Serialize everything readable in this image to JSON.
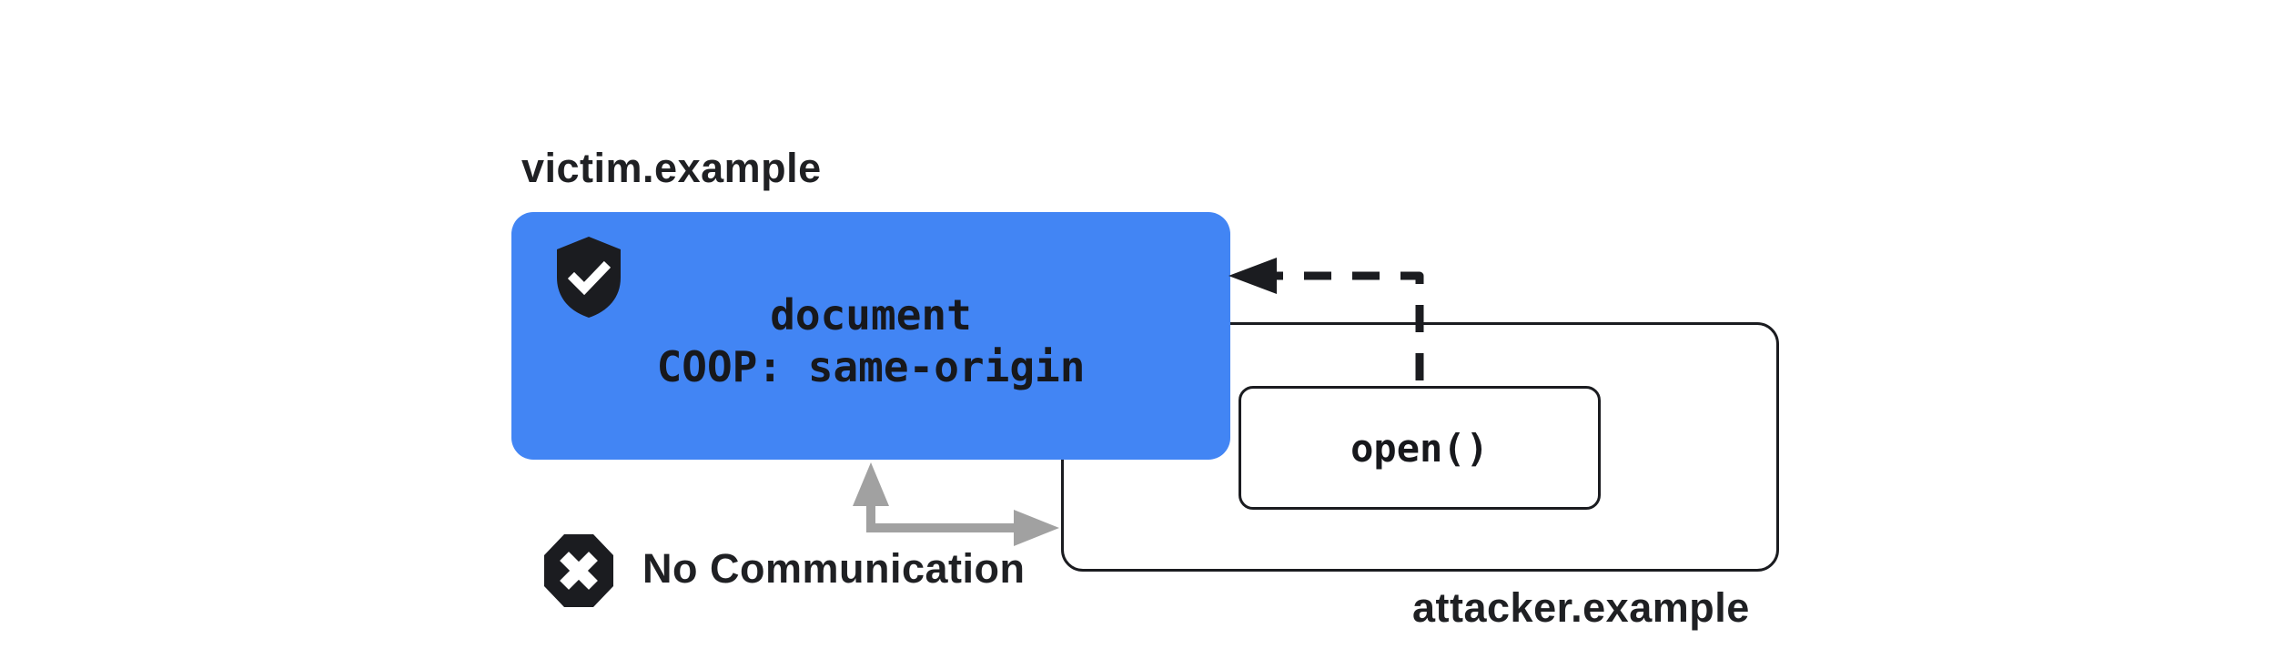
{
  "diagram": {
    "victim": {
      "domain_label": "victim.example",
      "document_lines": [
        "document",
        "COOP: same-origin"
      ],
      "icon": "shield-check-icon"
    },
    "attacker": {
      "domain_label": "attacker.example",
      "open_label": "open()"
    },
    "no_communication": {
      "label": "No Communication",
      "icon": "x-octagon-icon"
    },
    "arrows": {
      "open_arrow": "dashed-blocked-opener-arrow",
      "no_communication_arrow": "gray-double-headed-elbow-arrow"
    },
    "colors": {
      "victim_box_fill": "#4285F4",
      "ink": "#1b1c20",
      "text": "#1f2023",
      "no_comm_arrow_gray": "#a1a1a1",
      "background": "#ffffff"
    }
  }
}
